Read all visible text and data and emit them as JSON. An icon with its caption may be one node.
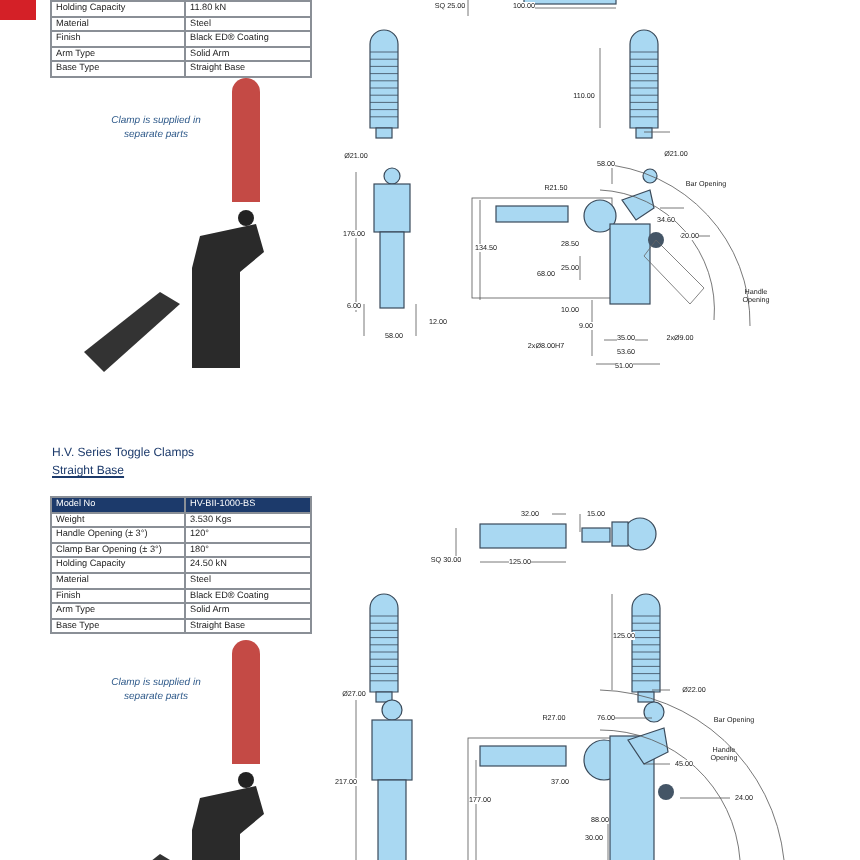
{
  "diagram": {
    "labels": [
      "Holding Capacity",
      "11.80 kN",
      "Material",
      "Steel",
      "Finish",
      "Black ED® Coating",
      "Arm Type",
      "Solid Arm",
      "Base Type",
      "Straight Base",
      "SQ 25.00",
      "100.00",
      "Clamp is supplied in separate parts",
      "110.00",
      "Ø21.00",
      "Ø21.00",
      "58.00",
      "R21.50",
      "Bar Opening",
      "34.60",
      "176.00",
      "134.50",
      "28.50",
      "20.00",
      "25.00",
      "68.00",
      "Handle Opening",
      "6.00",
      "12.00",
      "10.00",
      "58.00",
      "2xØ8.00H7",
      "9.00",
      "35.00",
      "2xØ9.00",
      "53.60",
      "51.00",
      "H.V. Series Toggle Clamps",
      "Straight Base",
      "Model No",
      "HV-BII-1000-BS",
      "Weight",
      "3.530 Kgs",
      "Handle Opening (± 3°)",
      "120°",
      "Clamp Bar Opening (± 3°)",
      "180°",
      "Holding Capacity",
      "24.50 kN",
      "Material",
      "Steel",
      "Finish",
      "Black ED® Coating",
      "Arm Type",
      "Solid Arm",
      "Base Type",
      "Straight Base",
      "32.00",
      "15.00",
      "SQ 30.00",
      "125.00",
      "125.00",
      "Ø22.00",
      "Ø27.00",
      "R27.00",
      "76.00",
      "Bar Opening",
      "Handle Opening",
      "45.00",
      "217.00",
      "37.00",
      "177.00",
      "24.00",
      "88.00",
      "30.00",
      "Clamp is supplied in separate parts"
    ]
  }
}
